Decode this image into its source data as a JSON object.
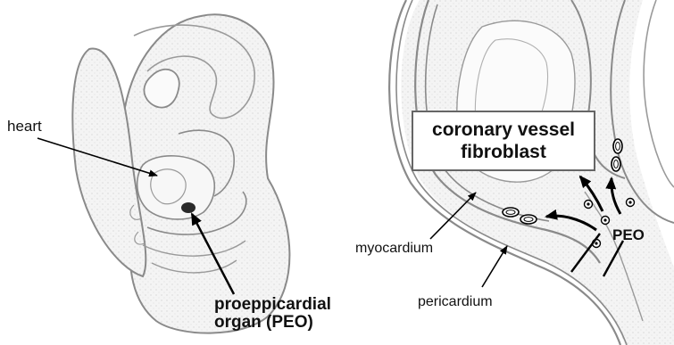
{
  "left_panel": {
    "heart_label": "heart",
    "peo_label_line1": "proeppicardial",
    "peo_label_line2": "organ (PEO)"
  },
  "right_panel": {
    "box_line1": "coronary vessel",
    "box_line2": "fibroblast",
    "myocardium_label": "myocardium",
    "pericardium_label": "pericardium",
    "peo_label": "PEO"
  },
  "colors": {
    "outline": "#8a8a8a",
    "tissue_fill": "#f1f1f1",
    "arrow": "#000000",
    "peo_dot": "#2a2a2a"
  }
}
